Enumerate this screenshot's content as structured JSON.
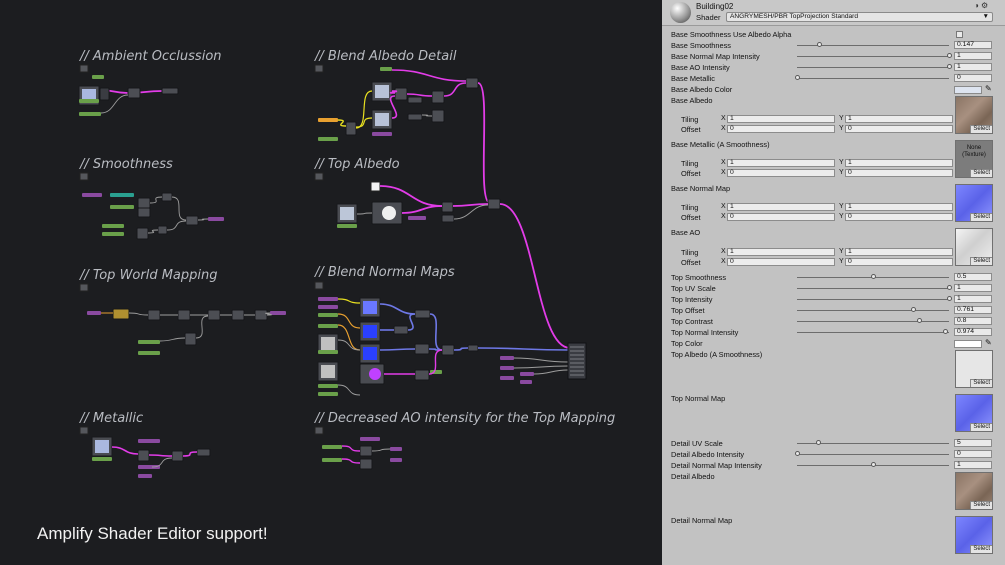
{
  "graph": {
    "comments": [
      {
        "id": "ao",
        "text": "// Ambient Occlussion"
      },
      {
        "id": "blend-albedo",
        "text": "// Blend Albedo Detail"
      },
      {
        "id": "smoothness",
        "text": "// Smoothness"
      },
      {
        "id": "top-albedo",
        "text": "// Top Albedo"
      },
      {
        "id": "top-world",
        "text": "// Top World Mapping"
      },
      {
        "id": "blend-normal",
        "text": "// Blend Normal Maps"
      },
      {
        "id": "metallic",
        "text": "// Metallic"
      },
      {
        "id": "decreased-ao",
        "text": "// Decreased AO intensity for the Top Mapping"
      }
    ],
    "caption": "Amplify Shader Editor support!",
    "wire_colors": {
      "main": "#e23ce8",
      "vector": "#6e78e6",
      "float": "#9e9e9e",
      "color": "#e8e020",
      "uv": "#e8a030"
    }
  },
  "inspector": {
    "material_name": "Building02",
    "header_icons": "◑ ⚙",
    "shader_label": "Shader",
    "shader_value": "ANGRYMESH/PBR TopProjection Standard",
    "shader_arrow": "▼",
    "tiling_label": "Tiling",
    "offset_label": "Offset",
    "x_label": "X",
    "y_label": "Y",
    "select_label": "Select",
    "none_texture": "None\n(Texture)",
    "picker_icon": "eyedropper-icon",
    "picker_glyph": "✎",
    "rows": {
      "base_smooth_alpha": "Base Smoothness Use Albedo Alpha",
      "base_smoothness": {
        "label": "Base Smoothness",
        "value": "0.147"
      },
      "base_normal_intensity": {
        "label": "Base Normal Map Intensity",
        "value": "1"
      },
      "base_ao_intensity": {
        "label": "Base AO Intensity",
        "value": "1"
      },
      "base_metallic": {
        "label": "Base Metallic",
        "value": "0"
      },
      "base_albedo_color": "Base Albedo Color",
      "base_albedo": "Base Albedo",
      "base_metallic_tex": "Base Metallic (A Smoothness)",
      "base_normal_map": "Base Normal Map",
      "base_ao": "Base AO",
      "top_smoothness": {
        "label": "Top Smoothness",
        "value": "0.5"
      },
      "top_uv_scale": {
        "label": "Top UV Scale",
        "value": "1"
      },
      "top_intensity": {
        "label": "Top Intensity",
        "value": "1"
      },
      "top_offset": {
        "label": "Top Offset",
        "value": "0.761"
      },
      "top_contrast": {
        "label": "Top Contrast",
        "value": "0.8"
      },
      "top_normal_intensity": {
        "label": "Top Normal Intensity",
        "value": "0.974"
      },
      "top_color": "Top Color",
      "top_albedo": "Top Albedo (A Smoothness)",
      "top_normal_map": "Top Normal Map",
      "detail_uv_scale": {
        "label": "Detail UV Scale",
        "value": "5"
      },
      "detail_albedo_intensity": {
        "label": "Detail Albedo Intensity",
        "value": "0"
      },
      "detail_normal_intensity": {
        "label": "Detail Normal Map Intensity",
        "value": "1"
      },
      "detail_albedo": "Detail Albedo",
      "detail_normal_map": "Detail Normal Map"
    },
    "tiling_values": {
      "x": "1",
      "y": "1"
    },
    "offset_values": {
      "x": "0",
      "y": "0"
    }
  }
}
